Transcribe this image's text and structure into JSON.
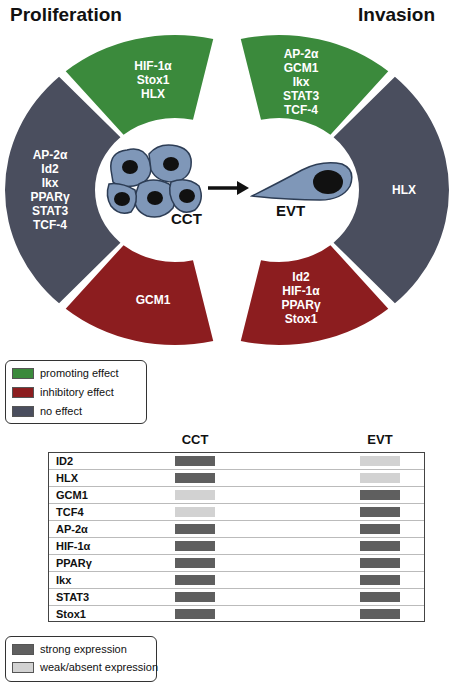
{
  "diagram": {
    "nodes": [
      {
        "text": [
          "HIF-1α",
          "Stox1",
          "HLX"
        ]
      },
      {
        "text": [
          "AP-2α",
          "Id2",
          "Ikx",
          "PPARγ",
          "STAT3",
          "TCF-4"
        ]
      },
      {
        "text": [
          "GCM1"
        ]
      },
      {
        "text": [
          "CCT"
        ]
      },
      {
        "text": [
          "EVT"
        ]
      },
      {
        "text": [
          "AP-2α",
          "GCM1",
          "Ikx",
          "STAT3",
          "TCF-4"
        ]
      },
      {
        "text": [
          "HLX"
        ]
      },
      {
        "text": [
          "Id2",
          "HIF-1α",
          "PPARγ",
          "Stox1"
        ]
      }
    ],
    "edges": [
      {
        "from": 3,
        "to": 4,
        "arrow": "to"
      }
    ],
    "labels": [
      "Proliferation",
      "Invasion",
      "CCT",
      "EVT",
      "ID2",
      "HLX",
      "GCM1",
      "TCF4",
      "AP-2α",
      "HIF-1α",
      "PPARγ",
      "Ikx",
      "STAT3",
      "Stox1"
    ],
    "legend": [
      {
        "text": "promoting effect",
        "color": "#3b8a3c"
      },
      {
        "text": "inhibitory effect",
        "color": "#8c1d1f"
      },
      {
        "text": "no effect",
        "color": "#4a4e5e"
      },
      {
        "text": "strong expression",
        "color": "#5f5f5f"
      },
      {
        "text": "weak/absent expression",
        "color": "#d2d2d2"
      }
    ]
  }
}
